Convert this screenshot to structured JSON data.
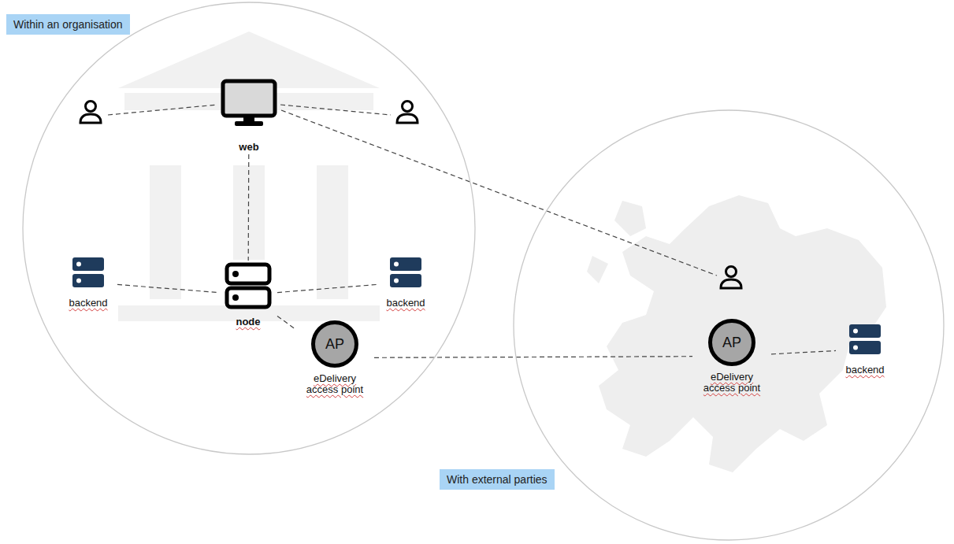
{
  "diagram": {
    "nodes": [
      {
        "text": [
          "Within an organisation"
        ]
      },
      {
        "text": [
          "web"
        ],
        "in": 0
      },
      {
        "text": [
          "backend"
        ],
        "in": 0
      },
      {
        "text": [
          "node"
        ],
        "in": 0
      },
      {
        "text": [
          "backend"
        ],
        "in": 0
      },
      {
        "text": [
          "AP",
          "eDelivery access point"
        ],
        "in": 0
      },
      {
        "text": [
          "With external parties"
        ]
      },
      {
        "text": [
          "AP",
          "eDelivery access point"
        ],
        "in": 6
      },
      {
        "text": [
          "backend"
        ],
        "in": 6
      }
    ],
    "edges": [
      {
        "from": 1,
        "to": 3,
        "arrow": "none"
      },
      {
        "from": 2,
        "to": 3,
        "arrow": "none"
      },
      {
        "from": 3,
        "to": 4,
        "arrow": "none"
      },
      {
        "from": 3,
        "to": 5,
        "arrow": "none"
      },
      {
        "from": 5,
        "to": 7,
        "arrow": "none"
      },
      {
        "from": 7,
        "to": 8,
        "arrow": "none"
      }
    ]
  }
}
